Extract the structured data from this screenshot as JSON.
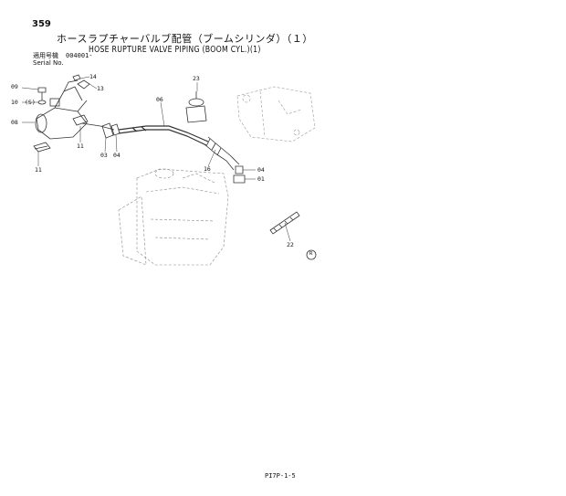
{
  "header": {
    "page_number": "359",
    "title_jp": "ホースラプチャーバルブ配管（ブームシリンダ）（１）",
    "title_en": "HOSE RUPTURE VALVE PIPING (BOOM CYL.)(1)",
    "serial_jp": "適用号機",
    "serial_value": "004001-",
    "serial_en": "Serial No."
  },
  "callouts": {
    "c09": "09",
    "c10": "10",
    "c14": "14",
    "c13": "13",
    "c08": "08",
    "c11a": "11",
    "c11b": "11",
    "c03": "03",
    "c04a": "04",
    "c06": "06",
    "c23": "23",
    "c16": "16",
    "c04b": "04",
    "c01": "01",
    "c22": "22",
    "c_s": "(S)",
    "c_r": "R"
  },
  "footer": {
    "code": "PI7P-1-5"
  }
}
